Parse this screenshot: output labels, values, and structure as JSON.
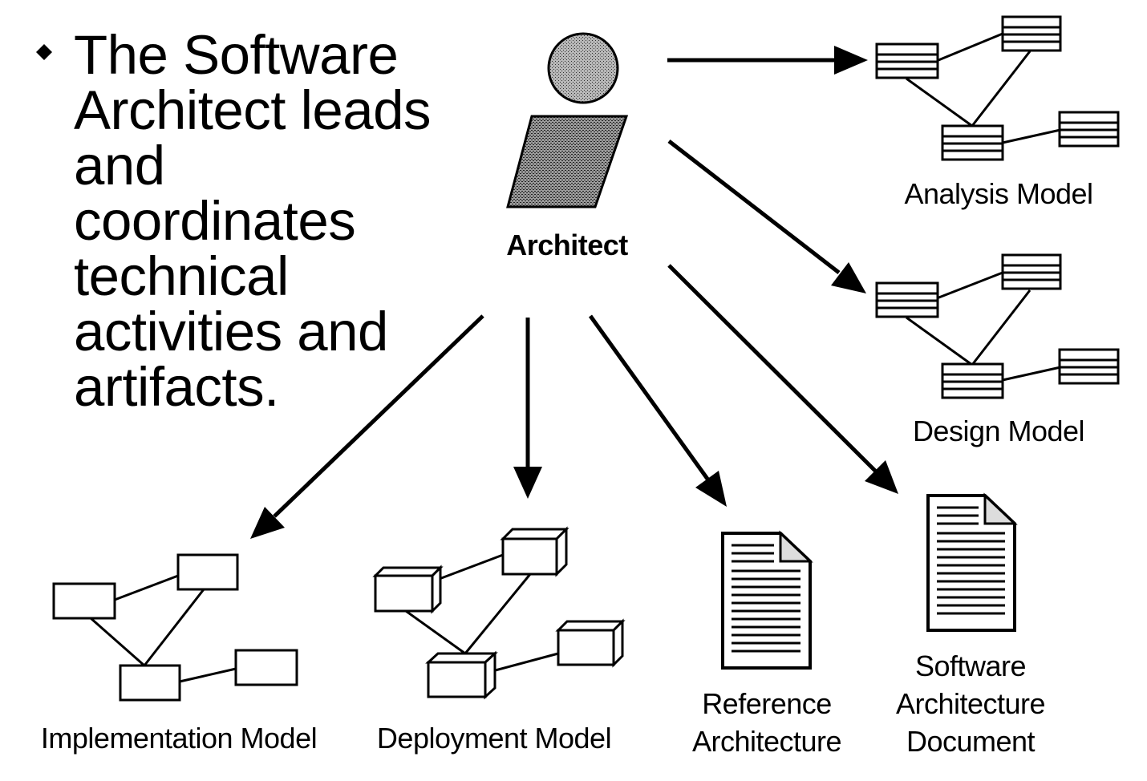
{
  "bullet": {
    "icon": "diamond-bullet-icon",
    "lines": [
      "The Software",
      "Architect leads",
      "and",
      "coordinates",
      "technical",
      "activities and",
      "artifacts."
    ]
  },
  "architect": {
    "icon": "person-icon",
    "label": "Architect"
  },
  "artifacts": {
    "analysis_model": {
      "label": "Analysis Model",
      "icon": "class-diagram-icon"
    },
    "design_model": {
      "label": "Design Model",
      "icon": "class-diagram-icon"
    },
    "implementation_model": {
      "label": "Implementation Model",
      "icon": "component-diagram-icon"
    },
    "deployment_model": {
      "label": "Deployment Model",
      "icon": "node-diagram-icon"
    },
    "reference_architecture": {
      "lines": [
        "Reference",
        "Architecture"
      ],
      "icon": "document-icon"
    },
    "software_architecture_document": {
      "lines": [
        "Software",
        "Architecture",
        "Document"
      ],
      "icon": "document-icon"
    }
  }
}
